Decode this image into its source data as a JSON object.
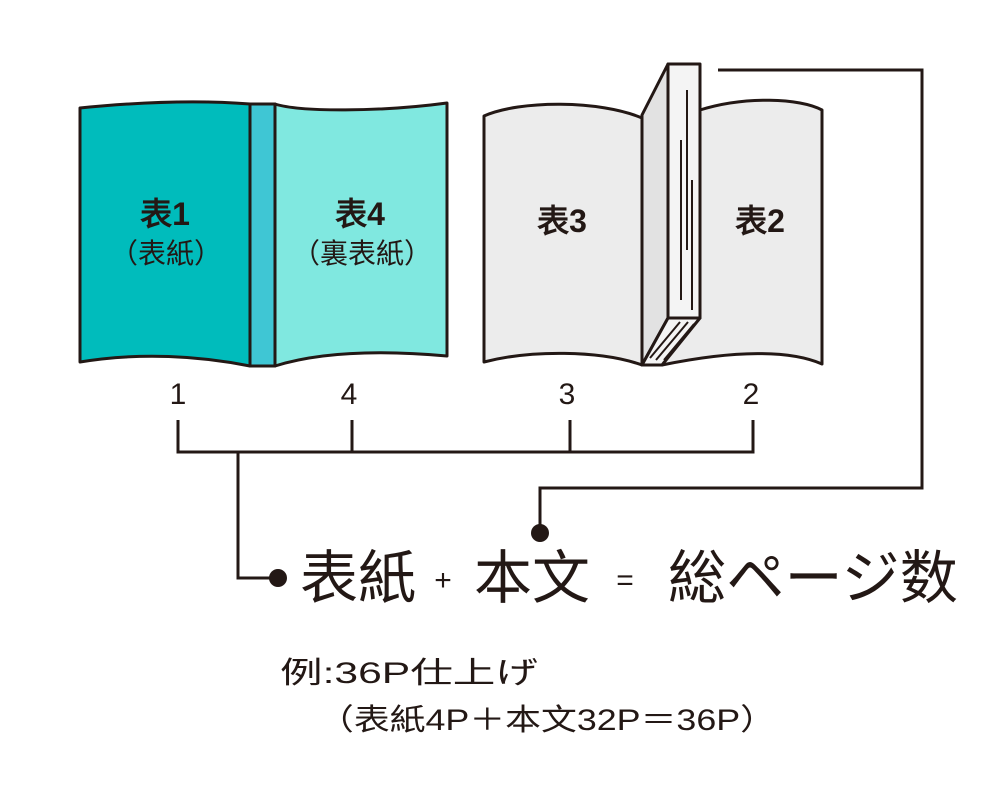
{
  "books": {
    "cover_front": {
      "title": "表1",
      "subtitle": "（表紙）"
    },
    "cover_back": {
      "title": "表4",
      "subtitle": "（裏表紙）"
    },
    "inside_back": {
      "title": "表3"
    },
    "inside_front": {
      "title": "表2"
    }
  },
  "page_numbers": [
    "1",
    "4",
    "3",
    "2"
  ],
  "equation": {
    "term1": "表紙",
    "plus": "+",
    "term2": "本文",
    "equals": "=",
    "result": "総ページ数"
  },
  "example": {
    "line1": "例:36P仕上げ",
    "line2": "（表紙4P＋本文32P＝36P）"
  },
  "colors": {
    "cover_front": "#00bcbc",
    "spine": "#3fc6d4",
    "cover_back": "#80e8e0",
    "pages": "#ececec",
    "ink": "#231815"
  }
}
